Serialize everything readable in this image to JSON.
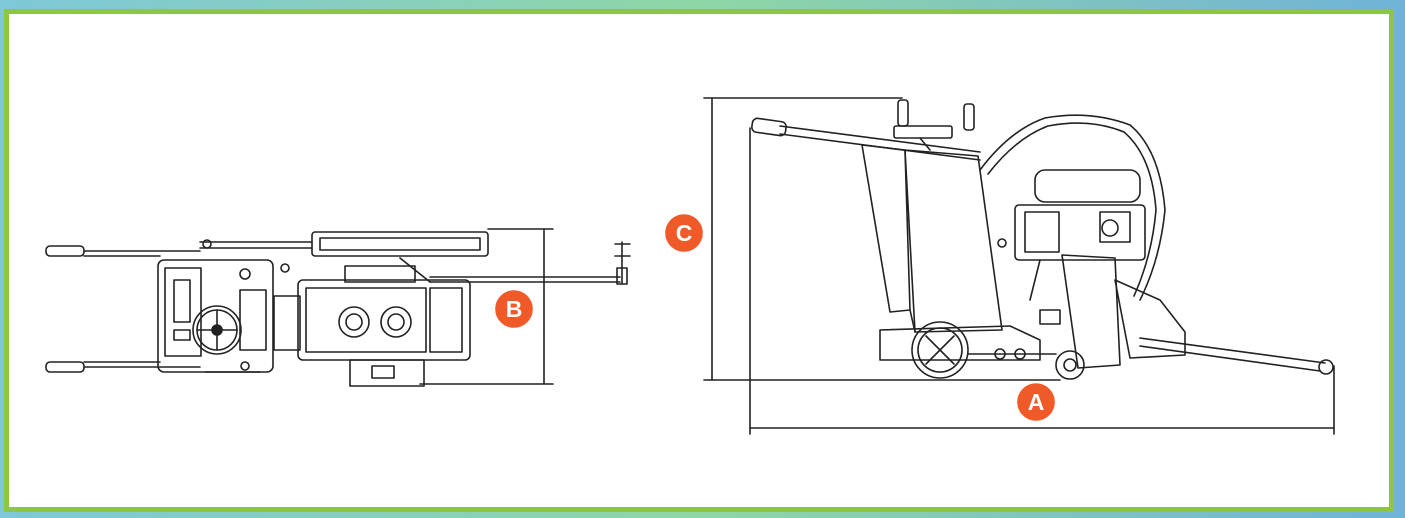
{
  "figure": {
    "border_color": "#8dc63f",
    "badge_color": "#f05a28",
    "line_color": "#222222",
    "labels": {
      "a": "A",
      "b": "B",
      "c": "C"
    }
  },
  "views": {
    "top_view": {
      "icon": "floor-saw-top-view-drawing"
    },
    "side_view": {
      "icon": "floor-saw-side-view-drawing"
    }
  }
}
